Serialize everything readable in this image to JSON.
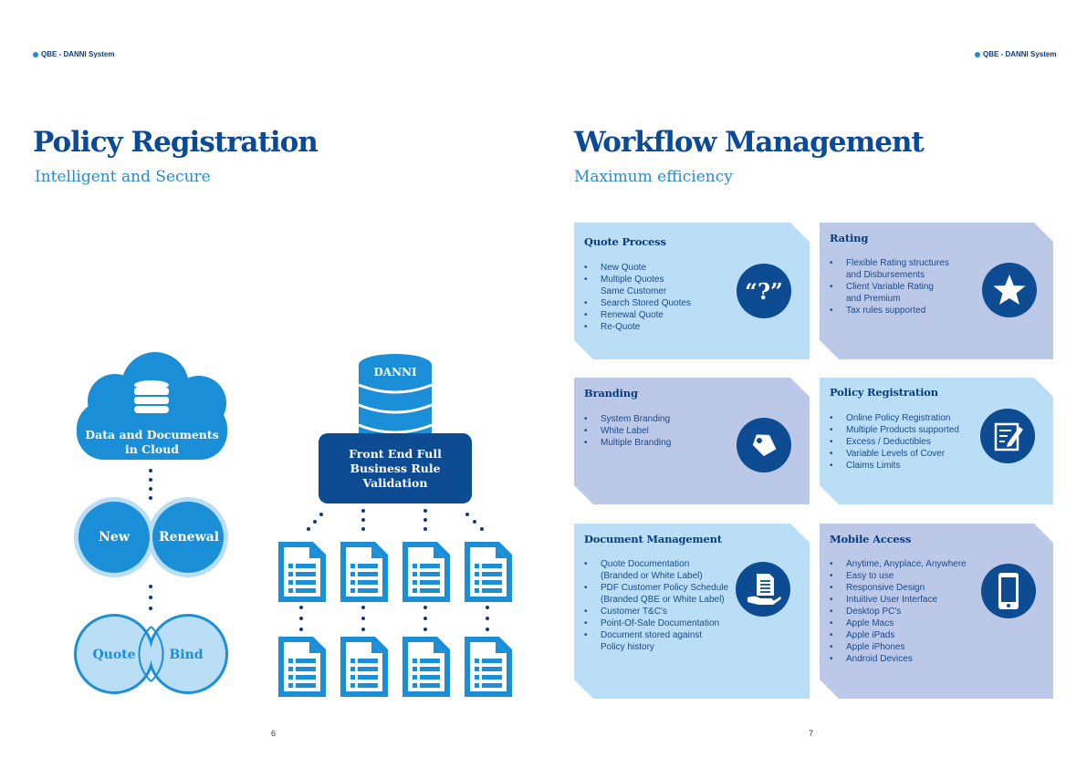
{
  "header": {
    "left": "QBE - DANNI System",
    "right": "QBE - DANNI System"
  },
  "left_page": {
    "title": "Policy Registration",
    "subtitle": "Intelligent and Secure",
    "page_number": "6",
    "diagram": {
      "cloud_label": "Data and Documents\nin Cloud",
      "new_label": "New",
      "renewal_label": "Renewal",
      "quote_label": "Quote",
      "bind_label": "Bind",
      "danni_label": "DANNI",
      "validation_label": "Front End Full\nBusiness Rule\nValidation"
    }
  },
  "right_page": {
    "title": "Workflow Management",
    "subtitle": "Maximum efficiency",
    "page_number": "7",
    "cards": [
      {
        "title": "Quote Process",
        "icon": "quote-question-icon",
        "items": [
          "New Quote",
          "Multiple Quotes\nSame Customer",
          "Search Stored Quotes",
          "Renewal Quote",
          "Re-Quote"
        ]
      },
      {
        "title": "Rating",
        "icon": "star-icon",
        "items": [
          "Flexible Rating structures\nand Disbursements",
          "Client Variable Rating\nand Premium",
          "Tax rules supported"
        ]
      },
      {
        "title": "Branding",
        "icon": "tag-icon",
        "items": [
          "System Branding",
          "White Label",
          "Multiple Branding"
        ]
      },
      {
        "title": "Policy Registration",
        "icon": "document-pen-icon",
        "items": [
          "Online Policy Registration",
          "Multiple Products supported",
          "Excess / Deductibles",
          "Variable Levels of Cover",
          "Claims Limits"
        ]
      },
      {
        "title": "Document Management",
        "icon": "document-hand-icon",
        "items": [
          "Quote Documentation\n(Branded or White Label)",
          "PDF Customer Policy Schedule\n(Branded QBE or White Label)",
          "Customer T&C's",
          "Point-Of-Sale Documentation",
          "Document stored against\nPolicy history"
        ]
      },
      {
        "title": "Mobile Access",
        "icon": "mobile-phone-icon",
        "items": [
          "Anytime, Anyplace, Anywhere",
          "Easy to use",
          "Responsive Design",
          "Intuitive User Interface",
          "Desktop PC's",
          "Apple Macs",
          "Apple iPads",
          "Apple iPhones",
          "Android Devices"
        ]
      }
    ]
  },
  "colors": {
    "navy": "#0b3d7e",
    "blue": "#1a8fd8",
    "light_blue_card": "#b9def6",
    "lavender_card": "#bcc8e8"
  }
}
